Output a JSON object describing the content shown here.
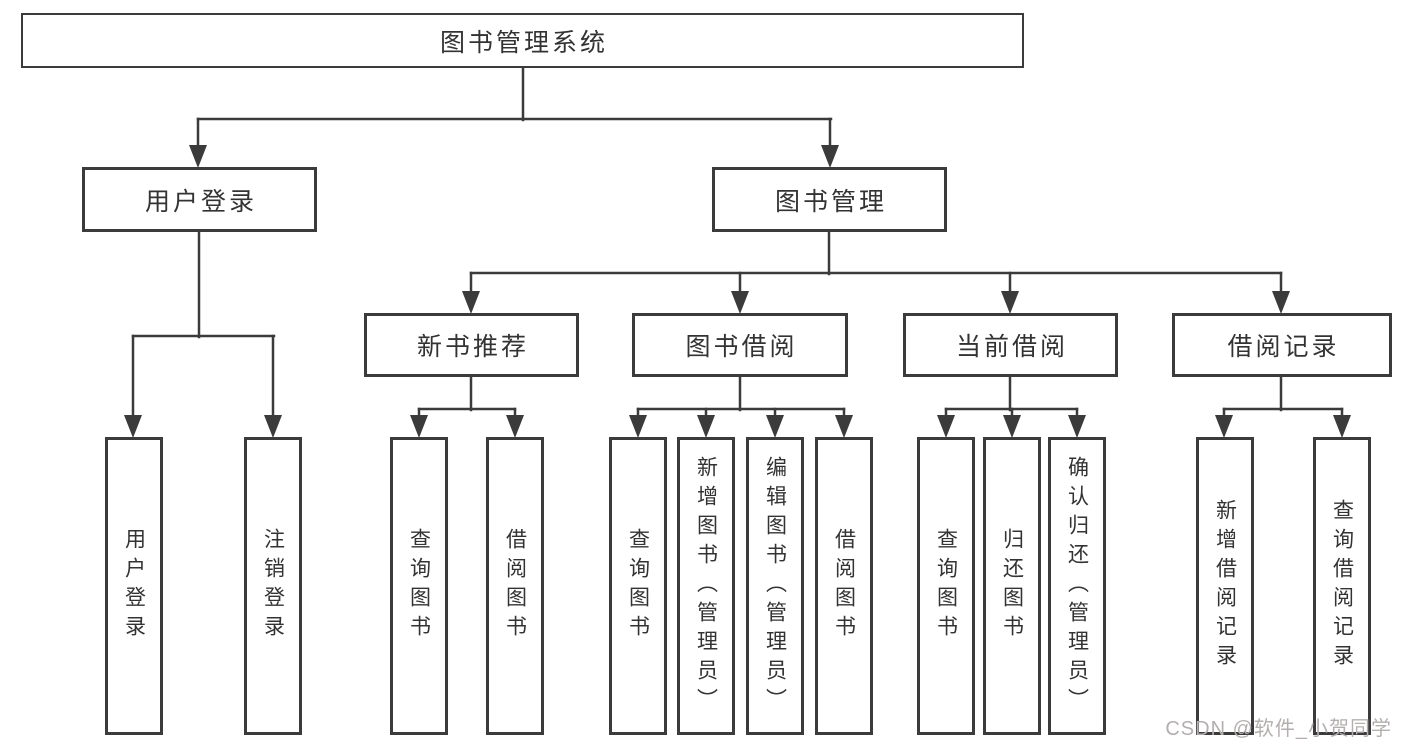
{
  "diagram": {
    "root": {
      "label": "图书管理系统"
    },
    "branches": [
      {
        "label": "用户登录",
        "children": [
          {
            "label": "用户登录"
          },
          {
            "label": "注销登录"
          }
        ]
      },
      {
        "label": "图书管理",
        "children": [
          {
            "label": "新书推荐",
            "children": [
              {
                "label": "查询图书"
              },
              {
                "label": "借阅图书"
              }
            ]
          },
          {
            "label": "图书借阅",
            "children": [
              {
                "label": "查询图书"
              },
              {
                "label": "新增图书（管理员）"
              },
              {
                "label": "编辑图书（管理员）"
              },
              {
                "label": "借阅图书"
              }
            ]
          },
          {
            "label": "当前借阅",
            "children": [
              {
                "label": "查询图书"
              },
              {
                "label": "归还图书"
              },
              {
                "label": "确认归还（管理员）"
              }
            ]
          },
          {
            "label": "借阅记录",
            "children": [
              {
                "label": "新增借阅记录"
              },
              {
                "label": "查询借阅记录"
              }
            ]
          }
        ]
      }
    ]
  },
  "watermark": {
    "text": "CSDN @软件_小贺同学"
  },
  "colors": {
    "line": "#3b3b3b",
    "text": "#333333",
    "watermark": "#b4afaf",
    "background": "#ffffff"
  }
}
